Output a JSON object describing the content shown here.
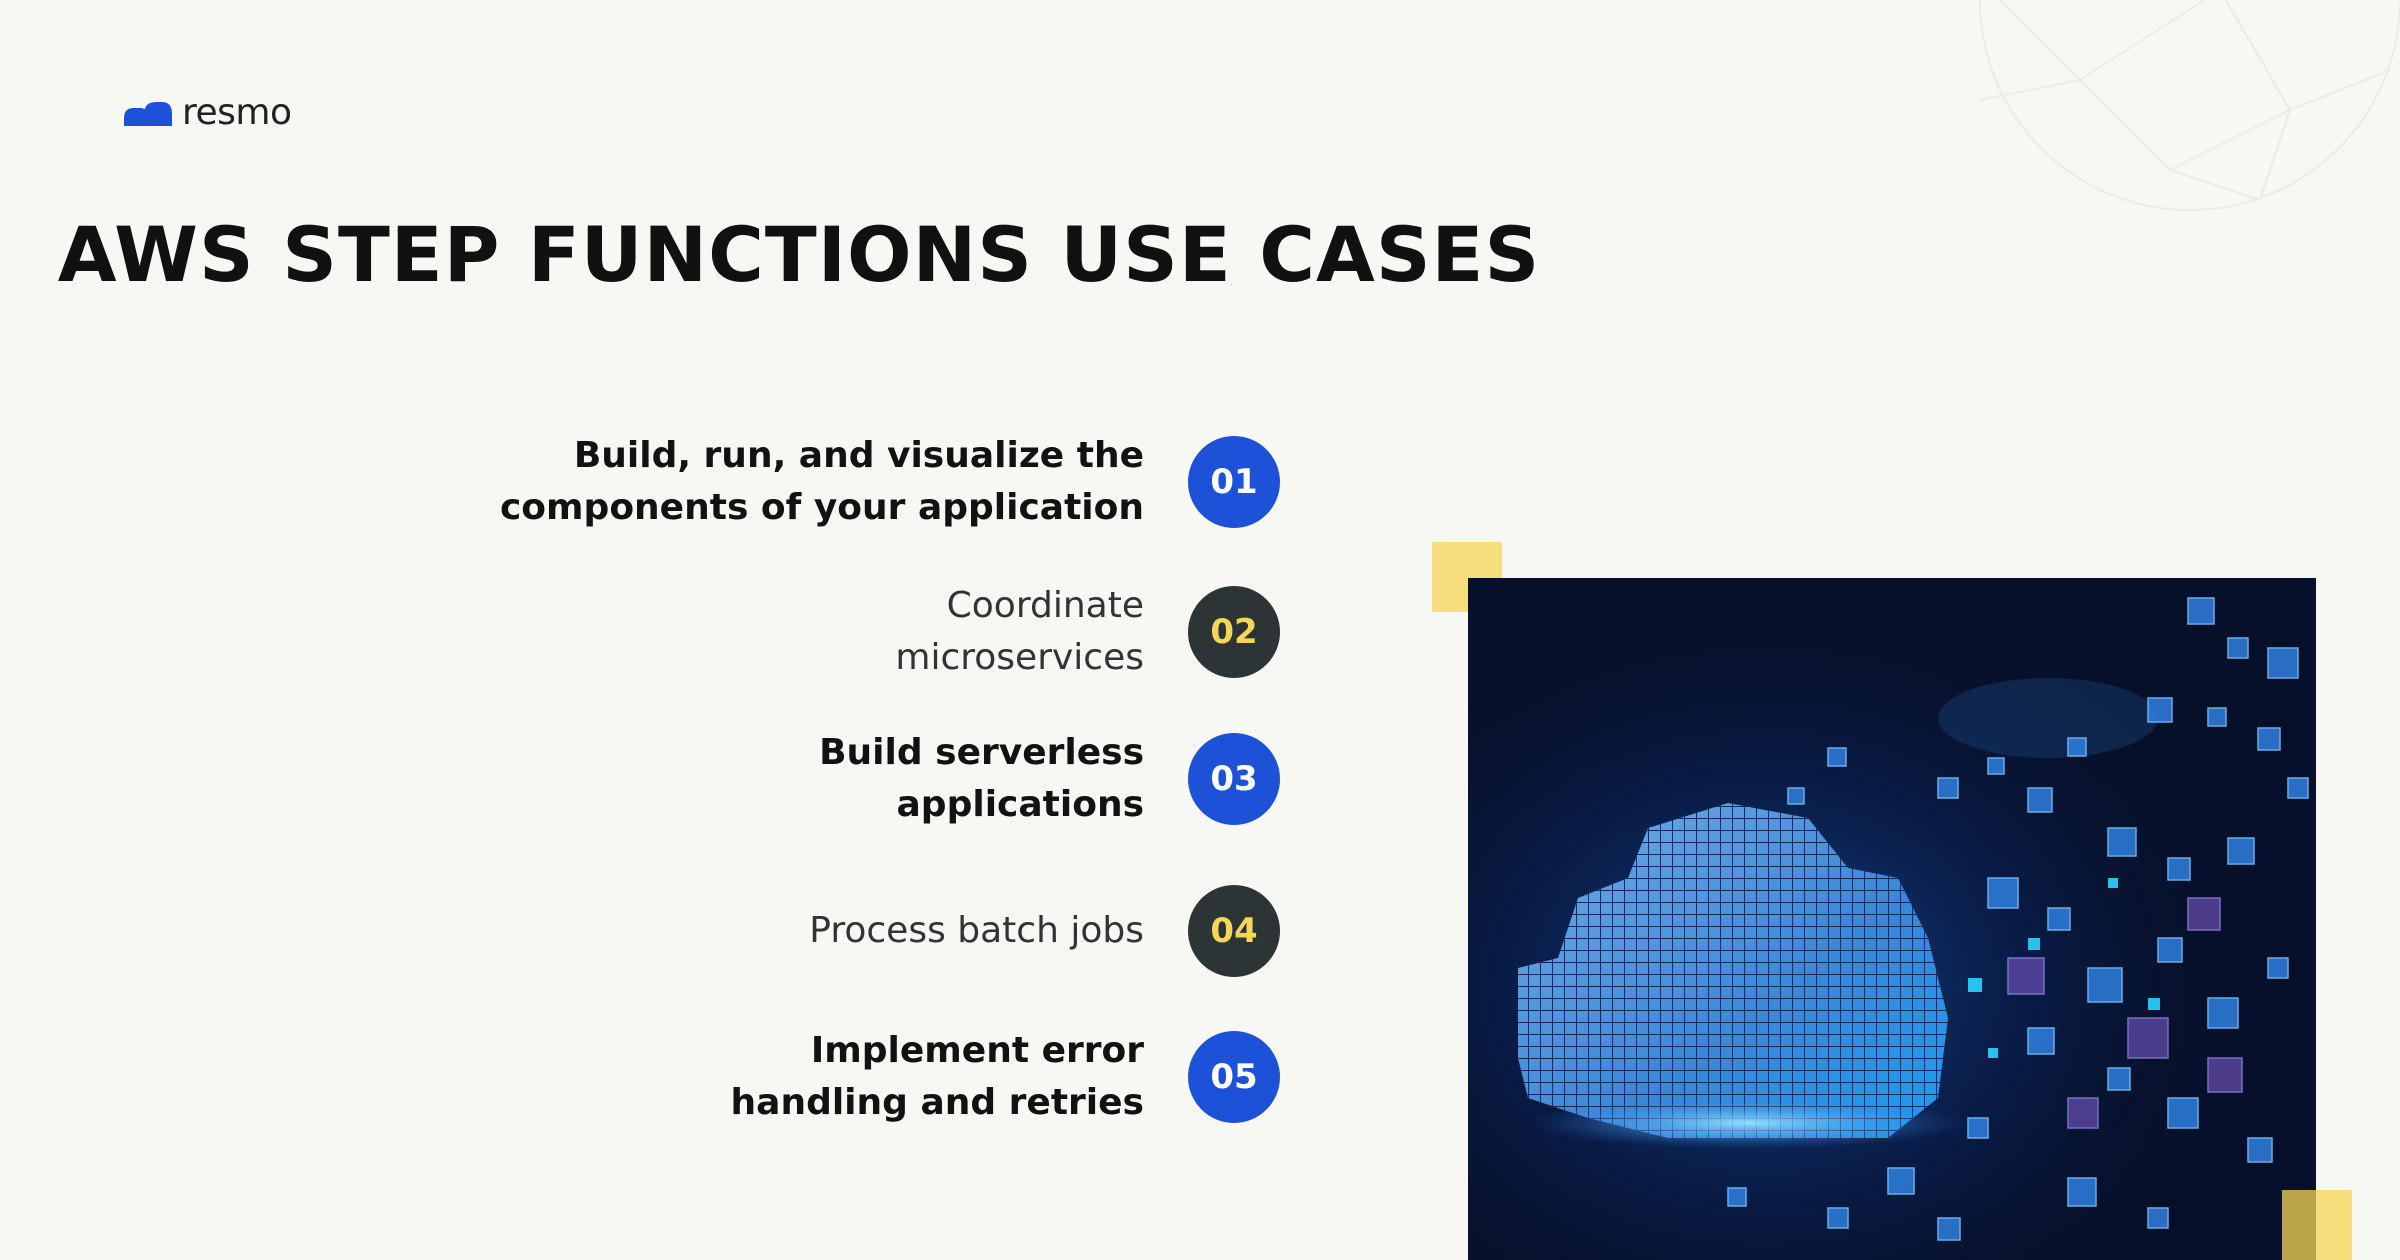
{
  "brand": {
    "name": "resmo",
    "accent_color": "#1d51d8"
  },
  "title": "AWS STEP FUNCTIONS USE CASES",
  "use_cases": [
    {
      "number": "01",
      "lines": [
        "Build, run, and visualize the",
        "components of your application"
      ],
      "style": "bold",
      "badge_color": "#1d51d8",
      "number_color": "#ffffff"
    },
    {
      "number": "02",
      "lines": [
        "Coordinate",
        "microservices"
      ],
      "style": "light",
      "badge_color": "#2d3436",
      "number_color": "#f5d656"
    },
    {
      "number": "03",
      "lines": [
        "Build serverless",
        "applications"
      ],
      "style": "bold",
      "badge_color": "#1d51d8",
      "number_color": "#ffffff"
    },
    {
      "number": "04",
      "lines": [
        "Process batch jobs"
      ],
      "style": "light",
      "badge_color": "#2d3436",
      "number_color": "#f5d656"
    },
    {
      "number": "05",
      "lines": [
        "Implement error",
        "handling and retries"
      ],
      "style": "bold",
      "badge_color": "#1d51d8",
      "number_color": "#ffffff"
    }
  ],
  "hero_image": {
    "icon": "voxel-cloud-illustration",
    "background_color": "#07102a",
    "accent_color": "#f5d656"
  }
}
